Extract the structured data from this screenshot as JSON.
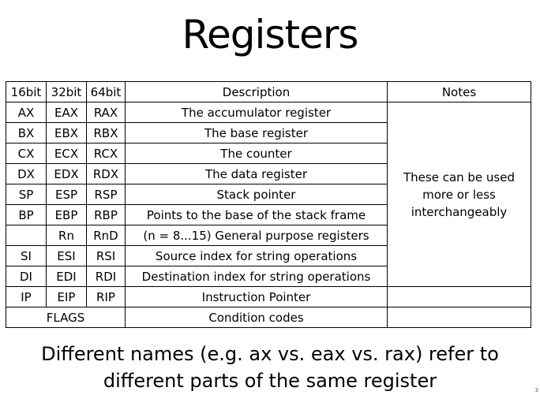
{
  "title": "Registers",
  "table": {
    "headers": {
      "bit16": "16bit",
      "bit32": "32bit",
      "bit64": "64bit",
      "description": "Description",
      "notes": "Notes"
    },
    "rows": [
      {
        "r16": "AX",
        "r32": "EAX",
        "r64": "RAX",
        "desc": "The accumulator register"
      },
      {
        "r16": "BX",
        "r32": "EBX",
        "r64": "RBX",
        "desc": "The base register"
      },
      {
        "r16": "CX",
        "r32": "ECX",
        "r64": "RCX",
        "desc": "The counter"
      },
      {
        "r16": "DX",
        "r32": "EDX",
        "r64": "RDX",
        "desc": "The data register"
      },
      {
        "r16": "SP",
        "r32": "ESP",
        "r64": "RSP",
        "desc": "Stack pointer"
      },
      {
        "r16": "BP",
        "r32": "EBP",
        "r64": "RBP",
        "desc": "Points to the base of the stack frame"
      },
      {
        "r16": "",
        "r32": "Rn",
        "r64": "RnD",
        "desc": "(n = 8...15) General purpose registers"
      },
      {
        "r16": "SI",
        "r32": "ESI",
        "r64": "RSI",
        "desc": "Source index for string operations"
      },
      {
        "r16": "DI",
        "r32": "EDI",
        "r64": "RDI",
        "desc": "Destination index for string operations"
      },
      {
        "r16": "IP",
        "r32": "EIP",
        "r64": "RIP",
        "desc": "Instruction Pointer"
      }
    ],
    "notes_text": "These can be used more or less interchangeably",
    "flags": {
      "name": "FLAGS",
      "desc": "Condition codes"
    }
  },
  "bottom_text": {
    "line1": "Different names (e.g. ax vs. eax vs. rax) refer to",
    "line2": "different parts of the same register"
  },
  "page_number": "3"
}
